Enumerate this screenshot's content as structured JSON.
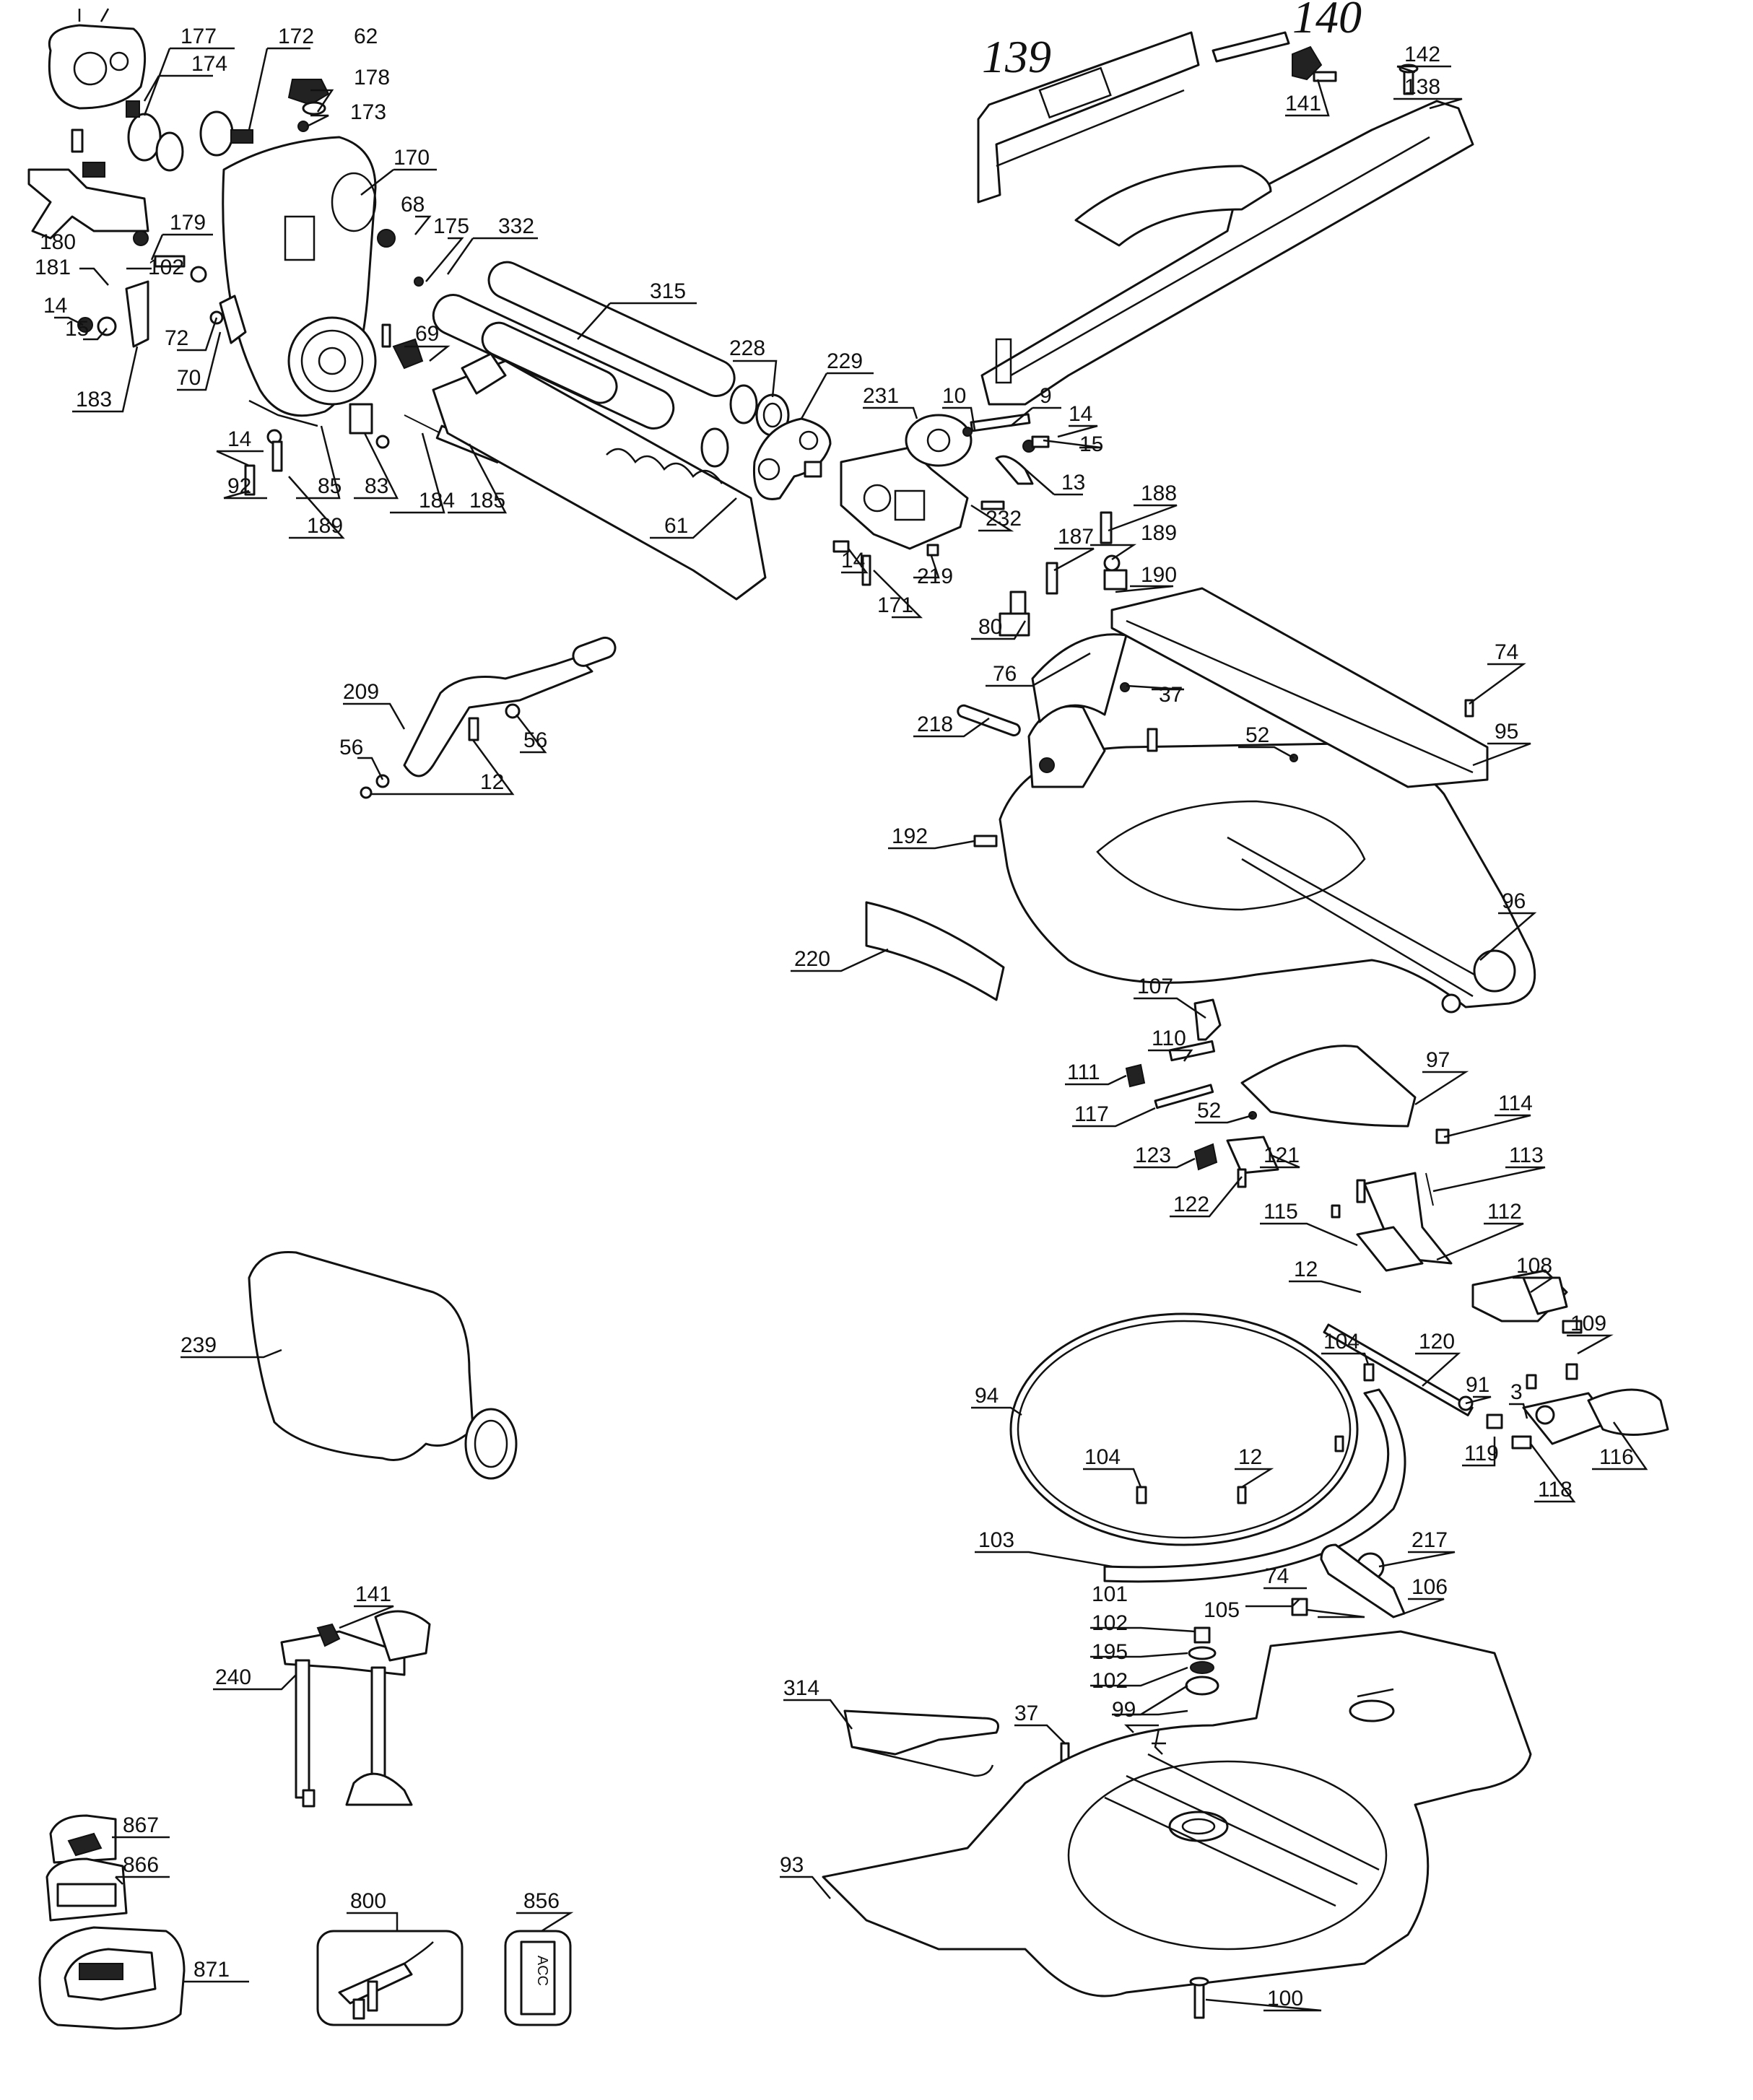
{
  "labels": [
    {
      "id": "l177",
      "text": "177"
    },
    {
      "id": "l172",
      "text": "172"
    },
    {
      "id": "l62",
      "text": "62"
    },
    {
      "id": "l174",
      "text": "174"
    },
    {
      "id": "l178",
      "text": "178"
    },
    {
      "id": "l173",
      "text": "173"
    },
    {
      "id": "l170",
      "text": "170"
    },
    {
      "id": "l68",
      "text": "68"
    },
    {
      "id": "l175",
      "text": "175"
    },
    {
      "id": "l332",
      "text": "332"
    },
    {
      "id": "l179",
      "text": "179"
    },
    {
      "id": "l180",
      "text": "180"
    },
    {
      "id": "l181",
      "text": "181"
    },
    {
      "id": "l102a",
      "text": "102"
    },
    {
      "id": "l14a",
      "text": "14"
    },
    {
      "id": "l15a",
      "text": "15"
    },
    {
      "id": "l72",
      "text": "72"
    },
    {
      "id": "l70",
      "text": "70"
    },
    {
      "id": "l183",
      "text": "183"
    },
    {
      "id": "l315",
      "text": "315"
    },
    {
      "id": "l228",
      "text": "228"
    },
    {
      "id": "l69",
      "text": "69"
    },
    {
      "id": "l229",
      "text": "229"
    },
    {
      "id": "l231",
      "text": "231"
    },
    {
      "id": "l10",
      "text": "10"
    },
    {
      "id": "l9",
      "text": "9"
    },
    {
      "id": "l14b",
      "text": "14"
    },
    {
      "id": "l15b",
      "text": "15"
    },
    {
      "id": "l13",
      "text": "13"
    },
    {
      "id": "l14c",
      "text": "14"
    },
    {
      "id": "l92",
      "text": "92"
    },
    {
      "id": "l85",
      "text": "85"
    },
    {
      "id": "l83",
      "text": "83"
    },
    {
      "id": "l184",
      "text": "184"
    },
    {
      "id": "l185",
      "text": "185"
    },
    {
      "id": "l189a",
      "text": "189"
    },
    {
      "id": "l61",
      "text": "61"
    },
    {
      "id": "l232",
      "text": "232"
    },
    {
      "id": "l14d",
      "text": "14"
    },
    {
      "id": "l171",
      "text": "171"
    },
    {
      "id": "l219",
      "text": "219"
    },
    {
      "id": "l188",
      "text": "188"
    },
    {
      "id": "l189b",
      "text": "189"
    },
    {
      "id": "l187",
      "text": "187"
    },
    {
      "id": "l190",
      "text": "190"
    },
    {
      "id": "l80",
      "text": "80"
    },
    {
      "id": "l76",
      "text": "76"
    },
    {
      "id": "l37a",
      "text": "37"
    },
    {
      "id": "l74a",
      "text": "74"
    },
    {
      "id": "l209",
      "text": "209"
    },
    {
      "id": "l56a",
      "text": "56"
    },
    {
      "id": "l56b",
      "text": "56"
    },
    {
      "id": "l12a",
      "text": "12"
    },
    {
      "id": "l218",
      "text": "218"
    },
    {
      "id": "l52a",
      "text": "52"
    },
    {
      "id": "l95",
      "text": "95"
    },
    {
      "id": "l192",
      "text": "192"
    },
    {
      "id": "l96",
      "text": "96"
    },
    {
      "id": "l220",
      "text": "220"
    },
    {
      "id": "l107",
      "text": "107"
    },
    {
      "id": "l110",
      "text": "110"
    },
    {
      "id": "l97",
      "text": "97"
    },
    {
      "id": "l111",
      "text": "111"
    },
    {
      "id": "l117",
      "text": "117"
    },
    {
      "id": "l52b",
      "text": "52"
    },
    {
      "id": "l114",
      "text": "114"
    },
    {
      "id": "l123",
      "text": "123"
    },
    {
      "id": "l121",
      "text": "121"
    },
    {
      "id": "l113",
      "text": "113"
    },
    {
      "id": "l122",
      "text": "122"
    },
    {
      "id": "l115",
      "text": "115"
    },
    {
      "id": "l112",
      "text": "112"
    },
    {
      "id": "l12b",
      "text": "12"
    },
    {
      "id": "l108",
      "text": "108"
    },
    {
      "id": "l239",
      "text": "239"
    },
    {
      "id": "l104a",
      "text": "104"
    },
    {
      "id": "l120",
      "text": "120"
    },
    {
      "id": "l109",
      "text": "109"
    },
    {
      "id": "l94",
      "text": "94"
    },
    {
      "id": "l91",
      "text": "91"
    },
    {
      "id": "l3",
      "text": "3"
    },
    {
      "id": "l104b",
      "text": "104"
    },
    {
      "id": "l12c",
      "text": "12"
    },
    {
      "id": "l119",
      "text": "119"
    },
    {
      "id": "l116",
      "text": "116"
    },
    {
      "id": "l118",
      "text": "118"
    },
    {
      "id": "l103",
      "text": "103"
    },
    {
      "id": "l217",
      "text": "217"
    },
    {
      "id": "l74b",
      "text": "74"
    },
    {
      "id": "l106",
      "text": "106"
    },
    {
      "id": "l141b",
      "text": "141"
    },
    {
      "id": "l101",
      "text": "101"
    },
    {
      "id": "l105",
      "text": "105"
    },
    {
      "id": "l102b",
      "text": "102"
    },
    {
      "id": "l240",
      "text": "240"
    },
    {
      "id": "l195",
      "text": "195"
    },
    {
      "id": "l314",
      "text": "314"
    },
    {
      "id": "l102c",
      "text": "102"
    },
    {
      "id": "l37b",
      "text": "37"
    },
    {
      "id": "l99",
      "text": "99"
    },
    {
      "id": "l867",
      "text": "867"
    },
    {
      "id": "l866",
      "text": "866"
    },
    {
      "id": "l93",
      "text": "93"
    },
    {
      "id": "l800",
      "text": "800"
    },
    {
      "id": "l856",
      "text": "856"
    },
    {
      "id": "l871",
      "text": "871"
    },
    {
      "id": "l100",
      "text": "100"
    },
    {
      "id": "l142",
      "text": "142"
    },
    {
      "id": "l138",
      "text": "138"
    },
    {
      "id": "l141a",
      "text": "141"
    }
  ],
  "handwritten": [
    {
      "id": "h139",
      "text": "139"
    },
    {
      "id": "h140",
      "text": "140"
    }
  ],
  "sticker_text": "ACC"
}
